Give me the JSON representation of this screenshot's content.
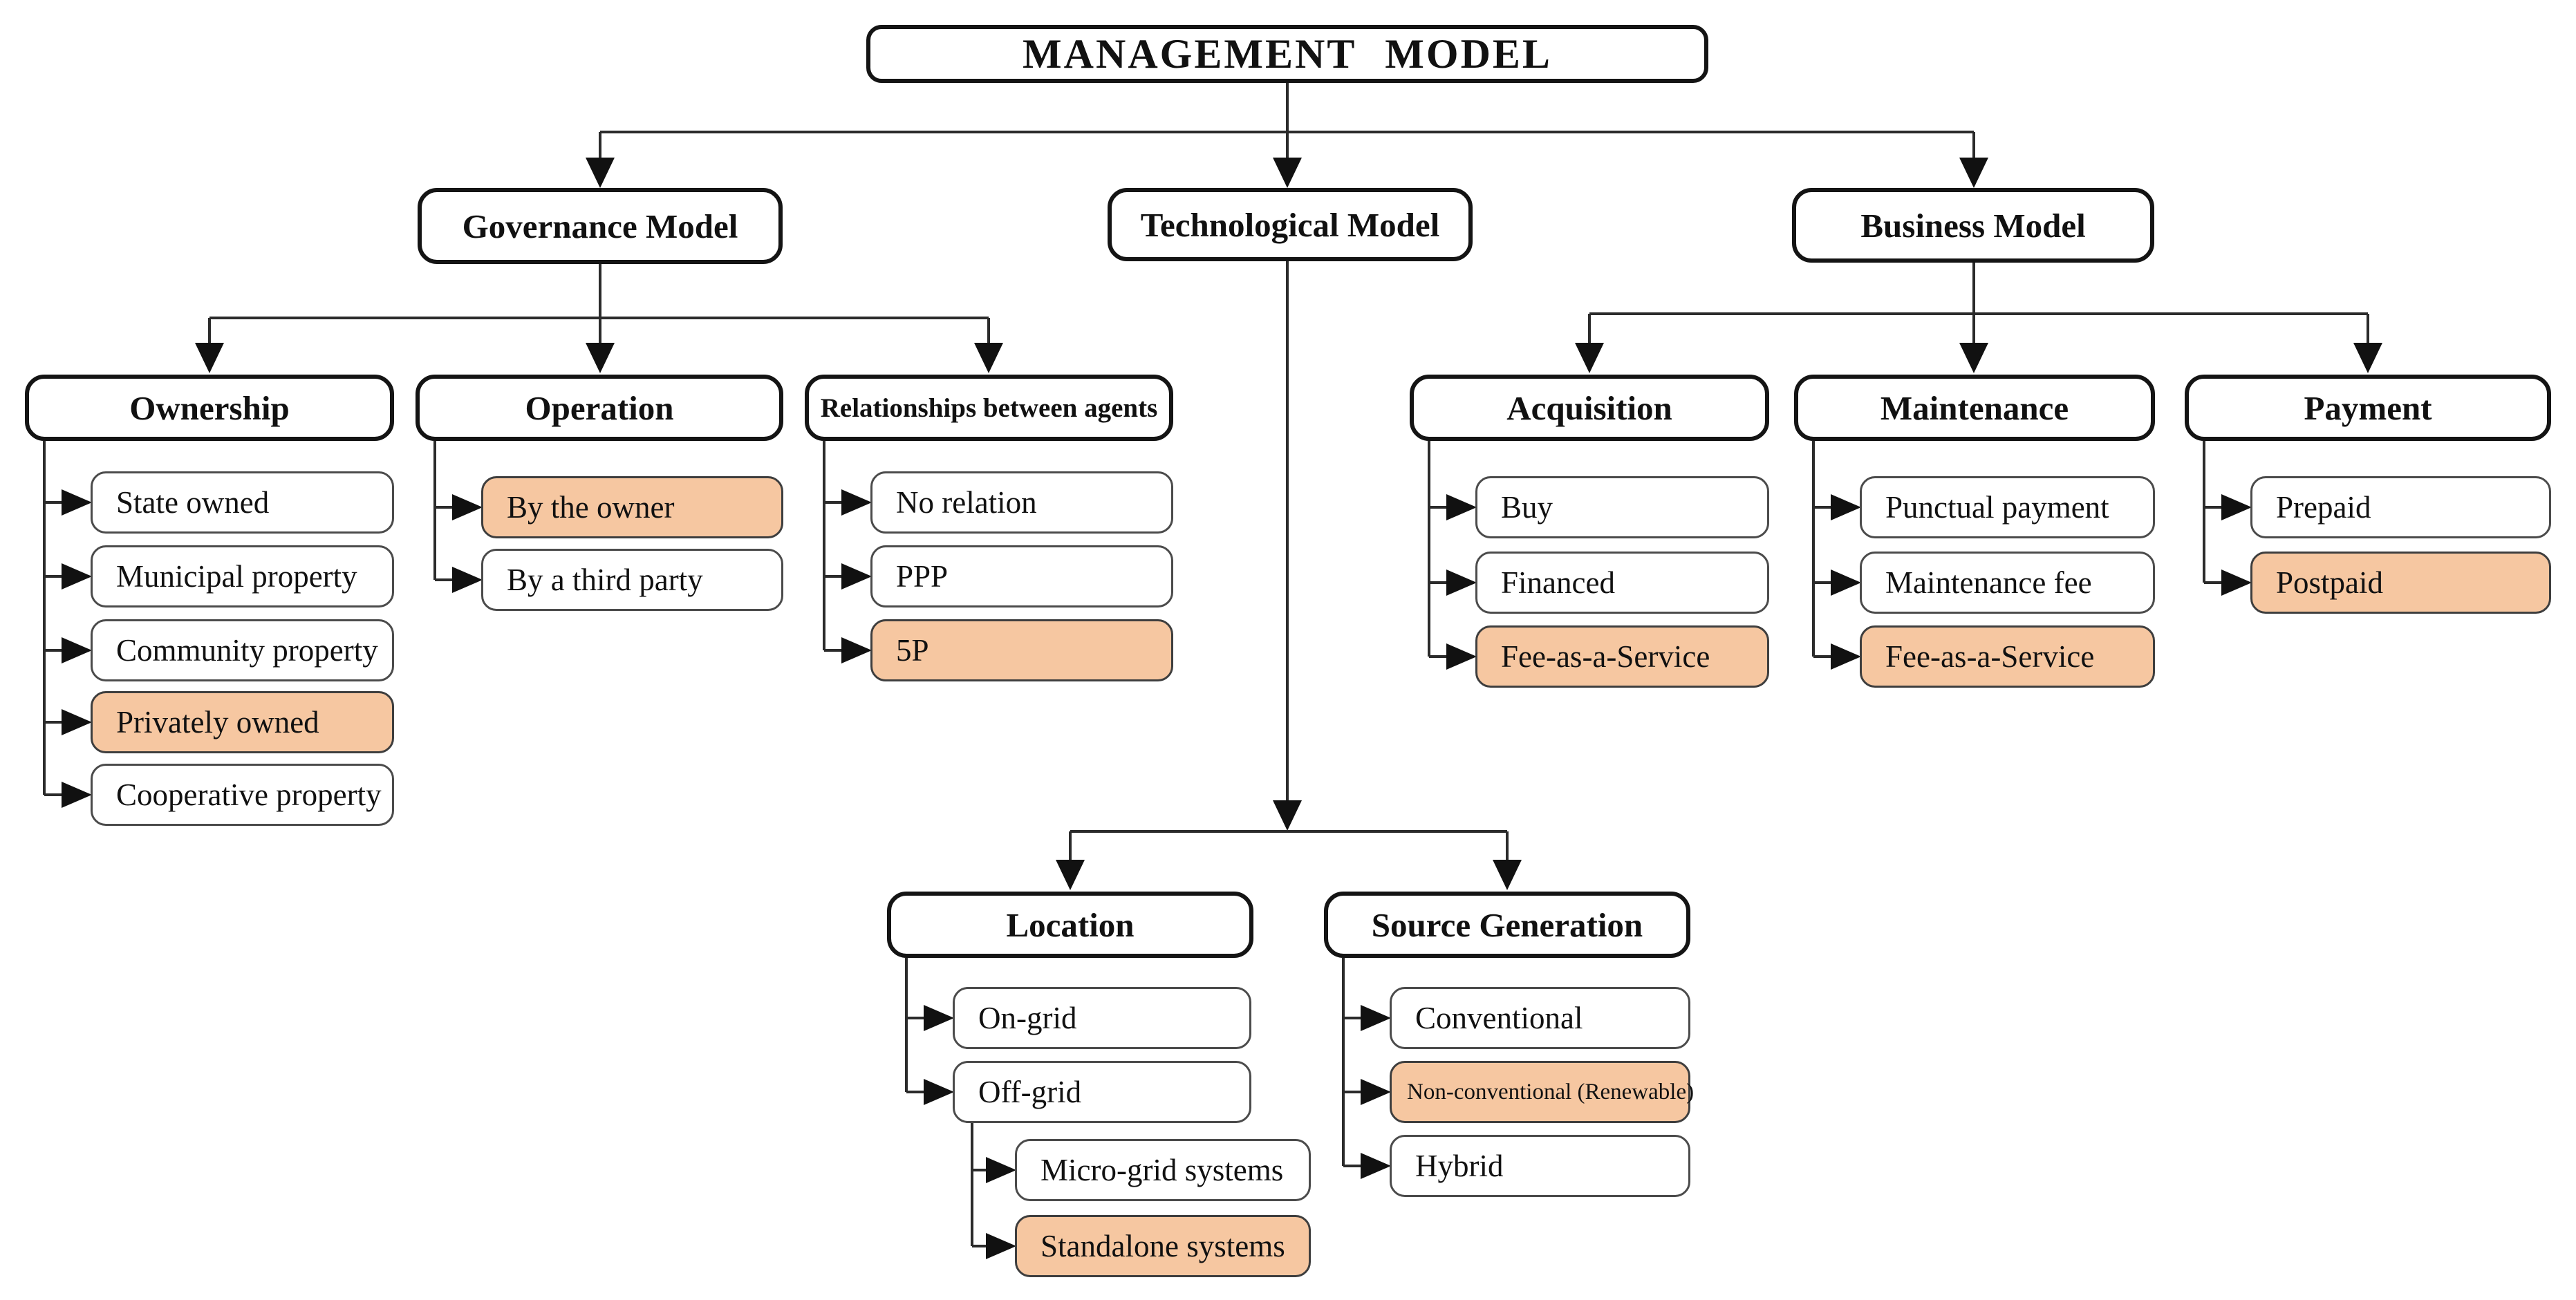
{
  "title": "MANAGEMENT MODEL",
  "colors": {
    "highlight": "#F6C7A1",
    "box_background": "#FFFFFF",
    "line": "#2B2B2B",
    "text": "#111111"
  },
  "models": {
    "governance": {
      "label": "Governance Model",
      "groups": [
        {
          "label": "Ownership",
          "children": [
            {
              "label": "State owned",
              "highlighted": false
            },
            {
              "label": "Municipal property",
              "highlighted": false
            },
            {
              "label": "Community property",
              "highlighted": false
            },
            {
              "label": "Privately owned",
              "highlighted": true
            },
            {
              "label": "Cooperative property",
              "highlighted": false
            }
          ]
        },
        {
          "label": "Operation",
          "children": [
            {
              "label": "By the owner",
              "highlighted": true
            },
            {
              "label": "By a third party",
              "highlighted": false
            }
          ]
        },
        {
          "label": "Relationships between agents",
          "children": [
            {
              "label": "No relation",
              "highlighted": false
            },
            {
              "label": "PPP",
              "highlighted": false
            },
            {
              "label": "5P",
              "highlighted": true
            }
          ]
        }
      ]
    },
    "technological": {
      "label": "Technological Model",
      "groups": [
        {
          "label": "Location",
          "children": [
            {
              "label": "On-grid",
              "highlighted": false
            },
            {
              "label": "Off-grid",
              "highlighted": false,
              "children": [
                {
                  "label": "Micro-grid systems",
                  "highlighted": false
                },
                {
                  "label": "Standalone systems",
                  "highlighted": true
                }
              ]
            }
          ]
        },
        {
          "label": "Source Generation",
          "children": [
            {
              "label": "Conventional",
              "highlighted": false
            },
            {
              "label": "Non-conventional (Renewable)",
              "highlighted": true
            },
            {
              "label": "Hybrid",
              "highlighted": false
            }
          ]
        }
      ]
    },
    "business": {
      "label": "Business Model",
      "groups": [
        {
          "label": "Acquisition",
          "children": [
            {
              "label": "Buy",
              "highlighted": false
            },
            {
              "label": "Financed",
              "highlighted": false
            },
            {
              "label": "Fee-as-a-Service",
              "highlighted": true
            }
          ]
        },
        {
          "label": "Maintenance",
          "children": [
            {
              "label": "Punctual payment",
              "highlighted": false
            },
            {
              "label": "Maintenance fee",
              "highlighted": false
            },
            {
              "label": "Fee-as-a-Service",
              "highlighted": true
            }
          ]
        },
        {
          "label": "Payment",
          "children": [
            {
              "label": "Prepaid",
              "highlighted": false
            },
            {
              "label": "Postpaid",
              "highlighted": true
            }
          ]
        }
      ]
    }
  }
}
